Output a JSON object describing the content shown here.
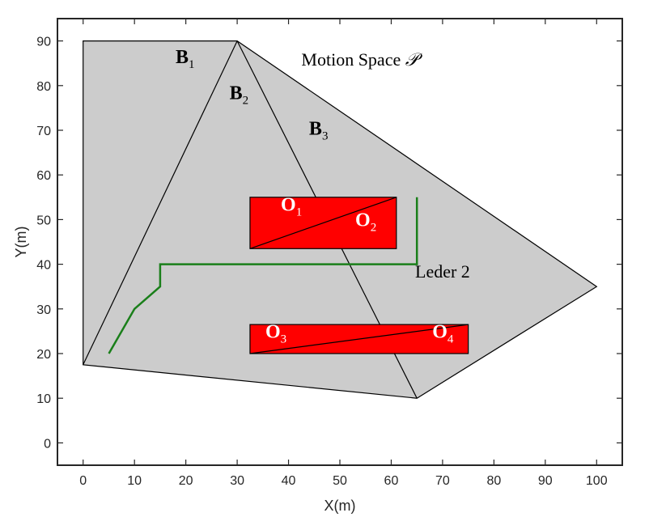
{
  "chart_data": {
    "type": "line",
    "xlabel": "X(m)",
    "ylabel": "Y(m)",
    "xlim": [
      -5,
      105
    ],
    "ylim": [
      -5,
      95
    ],
    "xticks": [
      0,
      10,
      20,
      30,
      40,
      50,
      60,
      70,
      80,
      90,
      100
    ],
    "yticks": [
      0,
      10,
      20,
      30,
      40,
      50,
      60,
      70,
      80,
      90
    ],
    "grid": false,
    "colors": {
      "region_fill": "#cccccc",
      "obstacle_fill": "#ff0000",
      "path": "#1a7f1a",
      "edge": "#000000"
    },
    "motion_space": {
      "label": "Motion Space",
      "symbol": "𝒫",
      "polygon": [
        [
          0,
          90
        ],
        [
          30,
          90
        ],
        [
          100,
          35
        ],
        [
          65,
          10
        ],
        [
          0,
          17.5
        ]
      ]
    },
    "partition_lines": [
      {
        "points": [
          [
            0,
            17.5
          ],
          [
            30,
            90
          ]
        ]
      },
      {
        "points": [
          [
            30,
            90
          ],
          [
            65,
            10
          ]
        ]
      }
    ],
    "regions": [
      {
        "label": "B",
        "sub": "1",
        "at": [
          18,
          85
        ]
      },
      {
        "label": "B",
        "sub": "2",
        "at": [
          28.5,
          77
        ]
      },
      {
        "label": "B",
        "sub": "3",
        "at": [
          44,
          69
        ]
      }
    ],
    "obstacles": [
      {
        "x0": 32.5,
        "x1": 61,
        "y0": 43.5,
        "y1": 55,
        "diagonal": [
          [
            32.5,
            43.5
          ],
          [
            61,
            55
          ]
        ]
      },
      {
        "x0": 32.5,
        "x1": 75,
        "y0": 20,
        "y1": 26.5,
        "diagonal": [
          [
            32.5,
            20
          ],
          [
            75,
            26.5
          ]
        ]
      }
    ],
    "obstacle_labels": [
      {
        "label": "O",
        "sub": "1",
        "at": [
          38.5,
          52
        ]
      },
      {
        "label": "O",
        "sub": "2",
        "at": [
          53,
          48.5
        ]
      },
      {
        "label": "O",
        "sub": "3",
        "at": [
          35.5,
          23.5
        ]
      },
      {
        "label": "O",
        "sub": "4",
        "at": [
          68,
          23.5
        ]
      }
    ],
    "path": {
      "name": "Leder 2",
      "points": [
        [
          5,
          20
        ],
        [
          10,
          30
        ],
        [
          15,
          35
        ],
        [
          15,
          40
        ],
        [
          65,
          40
        ],
        [
          65,
          55
        ]
      ]
    },
    "path_label_at": [
      70,
      37
    ]
  }
}
